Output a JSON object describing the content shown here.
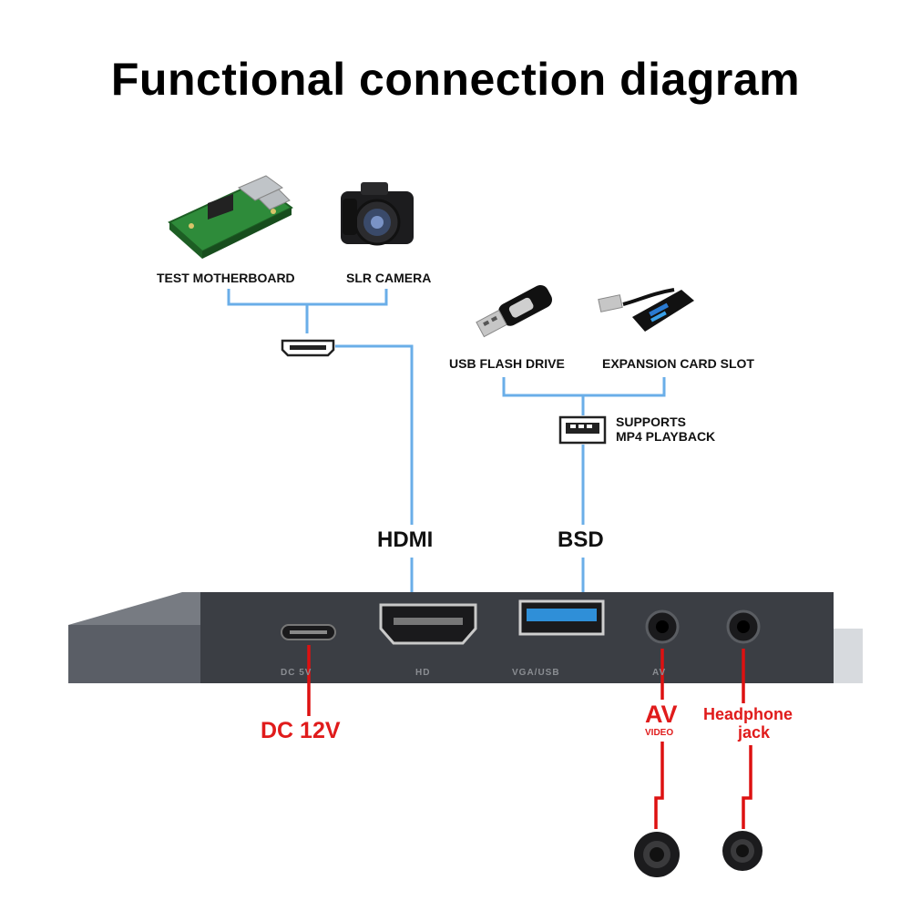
{
  "title": "Functional connection diagram",
  "devices": {
    "test_motherboard": "TEST MOTHERBOARD",
    "slr_camera": "SLR CAMERA",
    "usb_flash_drive": "USB FLASH DRIVE",
    "expansion_card_slot": "EXPANSION CARD SLOT"
  },
  "notes": {
    "usb_line1": "SUPPORTS",
    "usb_line2": "MP4 PLAYBACK"
  },
  "ports": {
    "hdmi": "HDMI",
    "bsd": "BSD",
    "dc": "DC 12V",
    "av": "AV",
    "av_sub": "VIDEO",
    "headphone_line1": "Headphone",
    "headphone_line2": "jack"
  },
  "panel_labels": {
    "dc": "DC 5V",
    "hd": "HD",
    "vga_usb": "VGA/USB",
    "av": "AV"
  },
  "colors": {
    "connector_line": "#6aaee8",
    "power_audio_line": "#dd1111",
    "panel": "#3b3e44"
  }
}
